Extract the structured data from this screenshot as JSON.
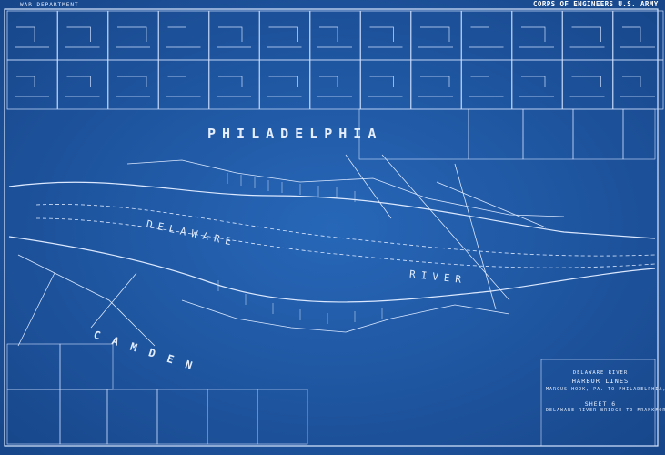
{
  "header": {
    "left": "WAR DEPARTMENT",
    "right": "CORPS OF ENGINEERS U.S. ARMY"
  },
  "map_labels": {
    "city_north": "PHILADELPHIA",
    "river_1": "DELAWARE",
    "river_2": "RIVER",
    "city_south": "CAMDEN"
  },
  "title_block": {
    "line1": "DELAWARE RIVER",
    "line2": "HARBOR LINES",
    "line3": "MARCUS HOOK, PA. TO PHILADELPHIA, PA.",
    "line4": "SHEET 6",
    "line5": "DELAWARE RIVER BRIDGE TO FRANKFORD CR."
  },
  "colors": {
    "paper": "#1f5aa8",
    "lines": "#dbe8ff",
    "border": "#0a0f1a"
  }
}
